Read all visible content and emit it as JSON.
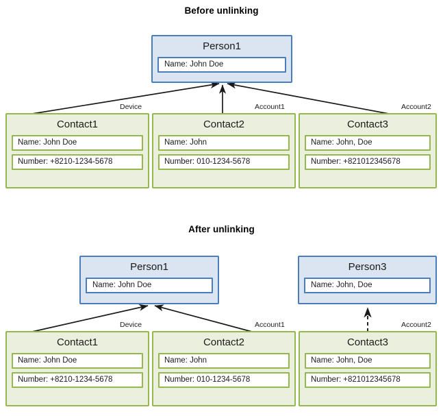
{
  "page": {
    "background": "#ffffff",
    "person_fill": "#dbe5f1",
    "person_stroke": "#4a7ebb",
    "contact_fill": "#ebefdd",
    "contact_stroke": "#94b84b",
    "edge_color": "#1a1a1a"
  },
  "sections": {
    "before": {
      "title": "Before unlinking"
    },
    "after": {
      "title": "After unlinking"
    }
  },
  "before": {
    "person": {
      "title": "Person1",
      "fields": [
        {
          "label": "Name:",
          "value": "John Doe",
          "text": "Name:  John Doe"
        }
      ]
    },
    "contacts": [
      {
        "title": "Contact1",
        "fields": [
          {
            "text": "Name:  John Doe"
          },
          {
            "text": "Number:  +8210-1234-5678"
          }
        ]
      },
      {
        "title": "Contact2",
        "fields": [
          {
            "text": "Name:  John"
          },
          {
            "text": "Number:  010-1234-5678"
          }
        ]
      },
      {
        "title": "Contact3",
        "fields": [
          {
            "text": "Name:  John, Doe"
          },
          {
            "text": "Number:  +821012345678"
          }
        ]
      }
    ],
    "edge_labels": [
      "Device",
      "Account1",
      "Account2"
    ]
  },
  "after": {
    "persons": [
      {
        "title": "Person1",
        "fields": [
          {
            "text": "Name:  John Doe"
          }
        ]
      },
      {
        "title": "Person3",
        "fields": [
          {
            "text": "Name:  John, Doe"
          }
        ]
      }
    ],
    "contacts": [
      {
        "title": "Contact1",
        "fields": [
          {
            "text": "Name:  John Doe"
          },
          {
            "text": "Number:  +8210-1234-5678"
          }
        ]
      },
      {
        "title": "Contact2",
        "fields": [
          {
            "text": "Name:  John"
          },
          {
            "text": "Number:  010-1234-5678"
          }
        ]
      },
      {
        "title": "Contact3",
        "fields": [
          {
            "text": "Name:  John, Doe"
          },
          {
            "text": "Number:  +821012345678"
          }
        ]
      }
    ],
    "edge_labels": [
      "Device",
      "Account1",
      "Account2"
    ]
  }
}
